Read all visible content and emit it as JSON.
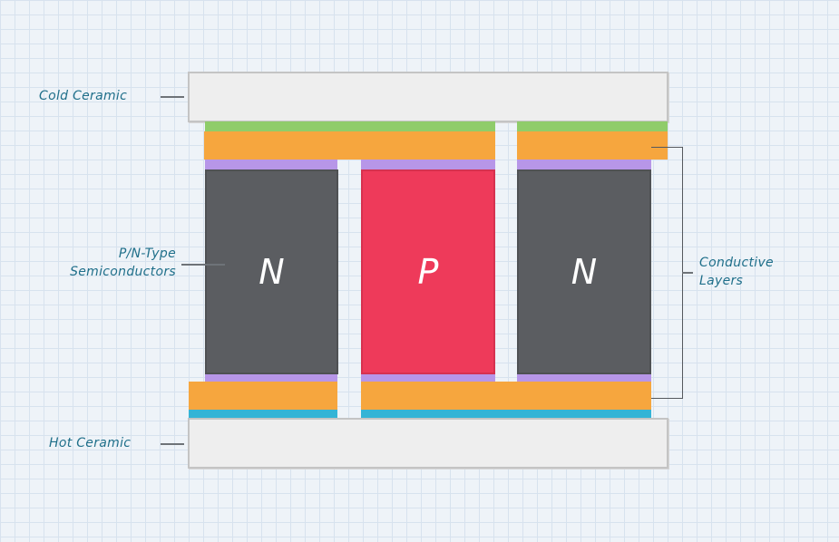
{
  "labels": {
    "cold_ceramic": "Cold Ceramic",
    "semiconductors_line1": "P/N-Type",
    "semiconductors_line2": "Semiconductors",
    "hot_ceramic": "Hot Ceramic",
    "conductive_line1": "Conductive",
    "conductive_line2": "Layers"
  },
  "legs": [
    {
      "letter": "N",
      "type": "n-type",
      "color": "#5b5d61"
    },
    {
      "letter": "P",
      "type": "p-type",
      "color": "#ee3a5a"
    },
    {
      "letter": "N",
      "type": "n-type",
      "color": "#5b5d61"
    }
  ],
  "colors": {
    "ceramic": "#eeeeee",
    "conductor": "#f6a63e",
    "top_strip": "#8fcc6a",
    "bottom_strip": "#34b4d6",
    "contact": "#b796e8",
    "label_text": "#1f6f8a"
  }
}
